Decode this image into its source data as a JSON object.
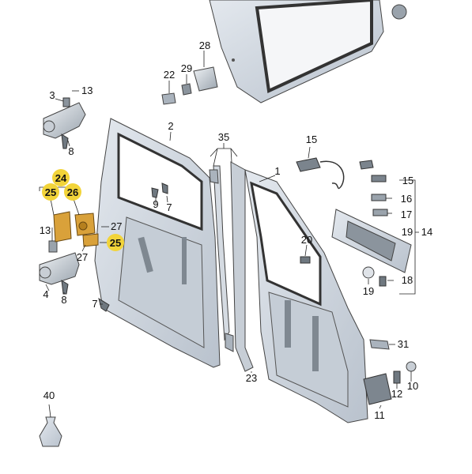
{
  "callouts": {
    "c1": "1",
    "c2": "2",
    "c3": "3",
    "c4": "4",
    "c7a": "7",
    "c7b": "7",
    "c8a": "8",
    "c8b": "8",
    "c9": "9",
    "c10": "10",
    "c11": "11",
    "c12": "12",
    "c13a": "13",
    "c13b": "13",
    "c14": "14",
    "c15a": "15",
    "c15b": "15",
    "c16": "16",
    "c17": "17",
    "c18": "18",
    "c19a": "19",
    "c19b": "19",
    "c20": "20",
    "c22": "22",
    "c23": "23",
    "c24": "24",
    "c25a": "25",
    "c25b": "25",
    "c26": "26",
    "c27a": "27",
    "c27b": "27",
    "c28": "28",
    "c29": "29",
    "c31": "31",
    "c35": "35",
    "c40": "40"
  },
  "colors": {
    "highlight_circle": "#f2d43a",
    "highlight_part": "#d9a13a",
    "panel_fill": "#d7dde5",
    "panel_shade": "#b9c2cd"
  }
}
